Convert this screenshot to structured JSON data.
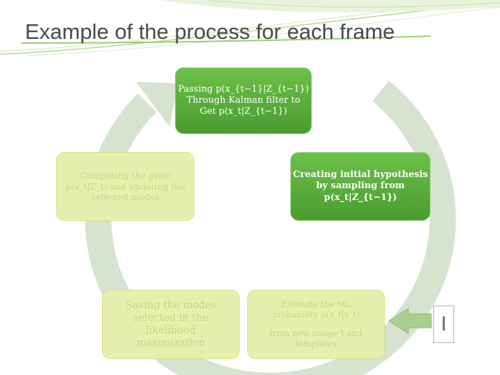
{
  "title": "Example of the process for each frame",
  "boxes": {
    "kalman": {
      "lines": [
        "Passing p(x_{t−1}|Z_{t−1})",
        "Through Kalman filter to",
        "Get p(x_t|Z_{t−1})"
      ]
    },
    "hypothesis": {
      "lines": [
        "Creating initial hypothesis",
        "by sampling from",
        "p(x_t|Z_{t−1})"
      ]
    },
    "prior": {
      "lines": [
        "Computing the prior",
        "p(x_t|Z_t) and updating the",
        "selected modes"
      ]
    },
    "ml": {
      "lines": [
        "Estimate the ML",
        "probability p(z_t|x_t)",
        "from new image t and",
        "templates"
      ]
    },
    "save": {
      "lines": [
        "Saving the modes",
        "selected in the",
        "likelihood",
        "maximization"
      ]
    }
  },
  "input_label": "I",
  "colors": {
    "active_box": "#5aad3a",
    "faded_box": "#e6f0ae",
    "cycle_arrow": "#d6e3cf",
    "input_arrow": "#a9cf8e"
  }
}
